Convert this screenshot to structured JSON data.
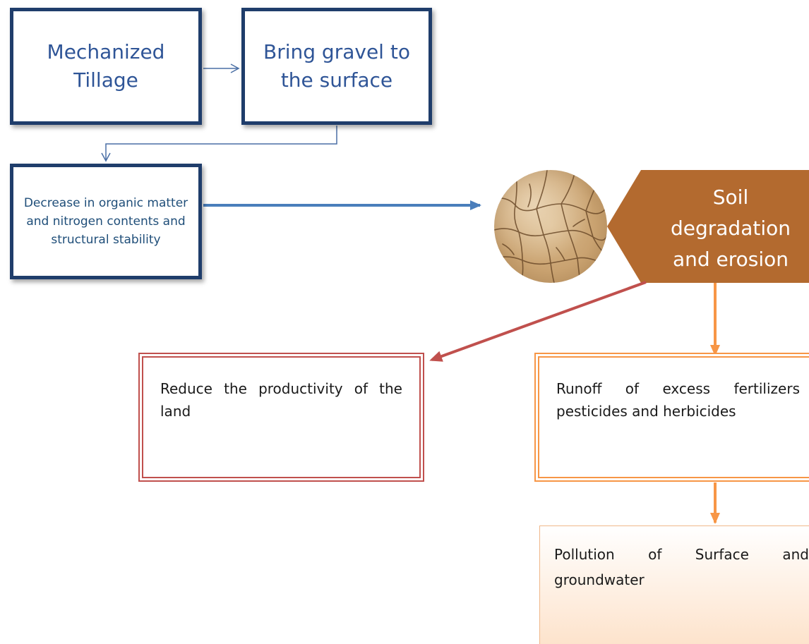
{
  "nodes": {
    "tillage": "Mechanized Tillage",
    "gravel": "Bring gravel to the surface",
    "decrease": "Decrease in organic matter and nitrogen contents and structural stability",
    "soil_line1": "Soil",
    "soil_line2": "degradation",
    "soil_line3": "and erosion",
    "reduce": "Reduce the productivity of the land",
    "runoff": "Runoff of excess fertilizers pesticides and herbicides",
    "pollution": "Pollution of Surface and groundwater"
  },
  "colors": {
    "navy_border": "#1f3d6b",
    "blue_text": "#2f5597",
    "blue_arrow": "#4a7ebb",
    "soil_fill": "#b36a2f",
    "red": "#c0504d",
    "orange": "#f79646"
  }
}
